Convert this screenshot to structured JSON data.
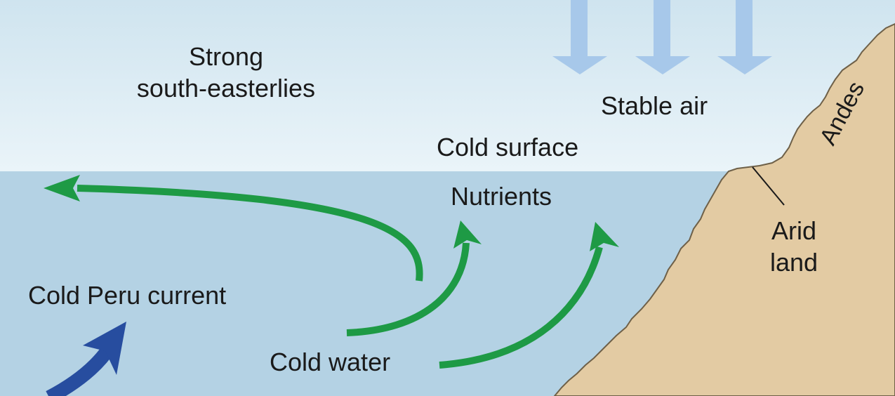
{
  "labels": {
    "winds_line1": "Strong",
    "winds_line2": "south-easterlies",
    "stable_air": "Stable air",
    "cold_surface": "Cold surface",
    "nutrients": "Nutrients",
    "cold_peru_current": "Cold Peru current",
    "cold_water": "Cold water",
    "arid_line1": "Arid",
    "arid_line2": "land",
    "andes": "Andes"
  },
  "colors": {
    "sky_top": "#cfe4ef",
    "sky_bottom": "#eaf4f9",
    "sea": "#b4d2e4",
    "land": "#e3cba3",
    "land_edge": "#6e6048",
    "upwelling_arrow": "#1e9a45",
    "current_arrow": "#274d9f",
    "sinking_air_arrow": "#a7c8ea"
  }
}
